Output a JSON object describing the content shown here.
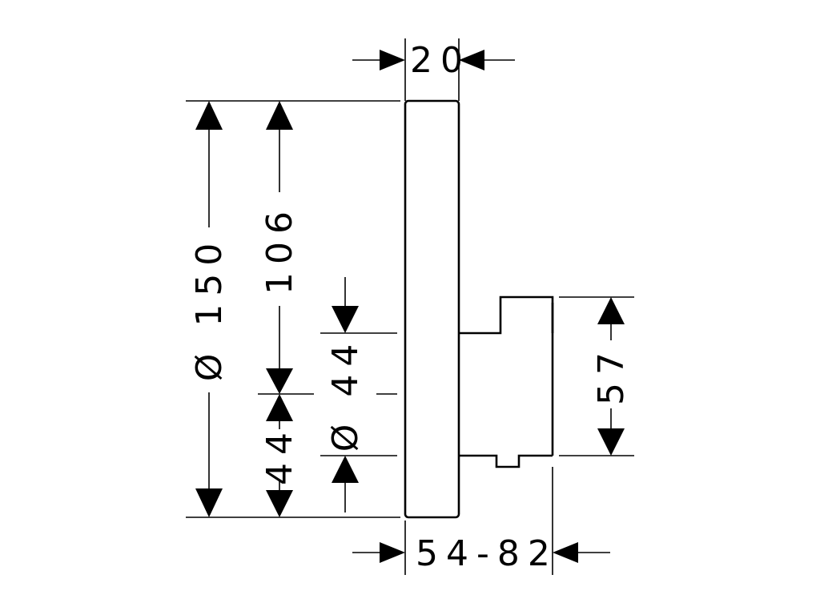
{
  "dimensions": {
    "width_top": "20",
    "overall_height": "Ø 150",
    "upper_height": "106",
    "lower_height": "44",
    "center_diameter": "Ø 44",
    "body_height": "57",
    "depth_range": "54-82"
  },
  "colors": {
    "stroke": "#000000",
    "background": "#ffffff"
  }
}
